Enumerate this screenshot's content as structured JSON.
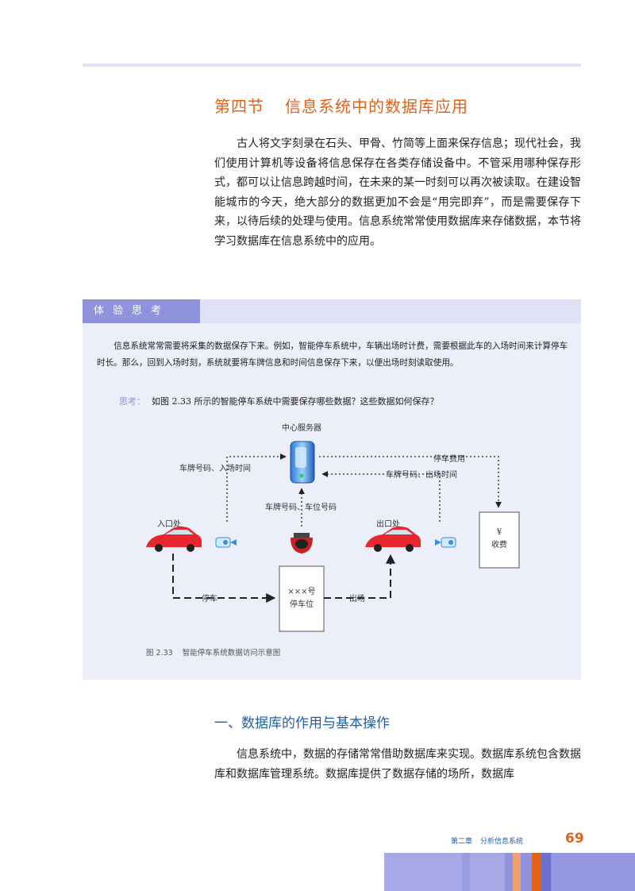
{
  "section": {
    "number": "第四节",
    "title": "信息系统中的数据库应用"
  },
  "intro": "古人将文字刻录在石头、甲骨、竹简等上面来保存信息；现代社会，我们使用计算机等设备将信息保存在各类存储设备中。不管采用哪种保存形式，都可以让信息跨越时间，在未来的某一时刻可以再次被读取。在建设智能城市的今天，绝大部分的数据更加不会是“用完即弃”，而是需要保存下来，以待后续的处理与使用。信息系统常常使用数据库来存储数据，本节将学习数据库在信息系统中的应用。",
  "box": {
    "tab": "体验思考",
    "text": "信息系统常常需要将采集的数据保存下来。例如，智能停车系统中，车辆出场时计费，需要根据此车的入场时间来计算停车时长。那么，回到入场时刻，系统就要将车牌信息和时间信息保存下来，以便出场时刻读取使用。",
    "think_label": "思考：",
    "think_text": "如图 2.33 所示的智能停车系统中需要保存哪些数据？这些数据如何保存？"
  },
  "diagram": {
    "server": "中心服务器",
    "label_in": "车牌号码、入场时间",
    "label_fee": "停车费用",
    "label_out_data": "车牌号码、出场时间",
    "label_slot_data": "车牌号码、车位号码",
    "entrance": "入口处",
    "exit": "出口处",
    "fee_symbol": "¥",
    "fee": "收费",
    "slot_line1": "×××号",
    "slot_line2": "停车位",
    "park": "停车",
    "leave": "出场"
  },
  "figure": {
    "number": "图 2.33",
    "caption": "智能停车系统数据访问示意图"
  },
  "subsection": {
    "title": "一、数据库的作用与基本操作"
  },
  "body1": "信息系统中，数据的存储常常借助数据库来实现。数据库系统包含数据库和数据库管理系统。数据库提供了数据存储的场所，数据库",
  "footer": {
    "chapter": "第二章",
    "chapter_title": "分析信息系统",
    "page": "69"
  },
  "colors": {
    "accent_orange": "#e2621b",
    "accent_blue": "#1f5fa8",
    "box_purple": "#8f92dd",
    "box_bg": "#eceef9"
  }
}
